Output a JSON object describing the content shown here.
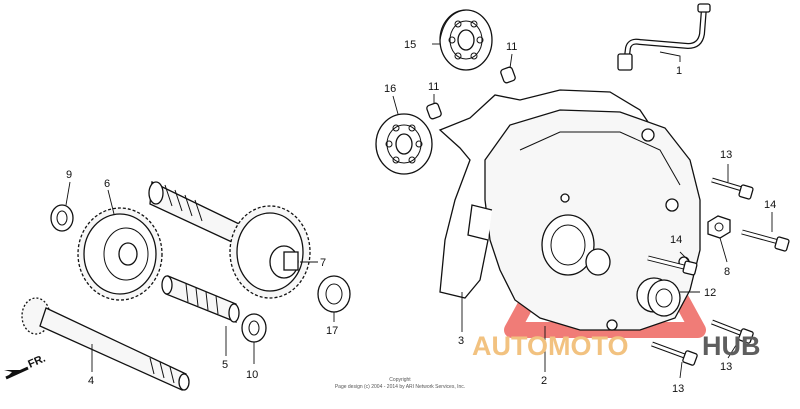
{
  "diagram": {
    "callouts": {
      "c1": "1",
      "c2": "2",
      "c3": "3",
      "c4": "4",
      "c5": "5",
      "c6": "6",
      "c7": "7",
      "c8": "8",
      "c9": "9",
      "c10": "10",
      "c11a": "11",
      "c11b": "11",
      "c12": "12",
      "c13a": "13",
      "c13b": "13",
      "c13c": "13",
      "c14a": "14",
      "c14b": "14",
      "c15": "15",
      "c16": "16",
      "c17": "17"
    },
    "direction_label": "FR.",
    "copyright_line1": "Copyright",
    "copyright_line2": "Page design (c) 2004 - 2014 by ARI Network Services, Inc."
  },
  "watermark": {
    "text_part1": "AUTOMOTO",
    "text_part2": "HUB",
    "accent_color": "#e8322a",
    "light_color": "#f2c280",
    "dark_color": "#5e5e5e"
  },
  "colors": {
    "line": "#111111",
    "background": "#ffffff"
  }
}
